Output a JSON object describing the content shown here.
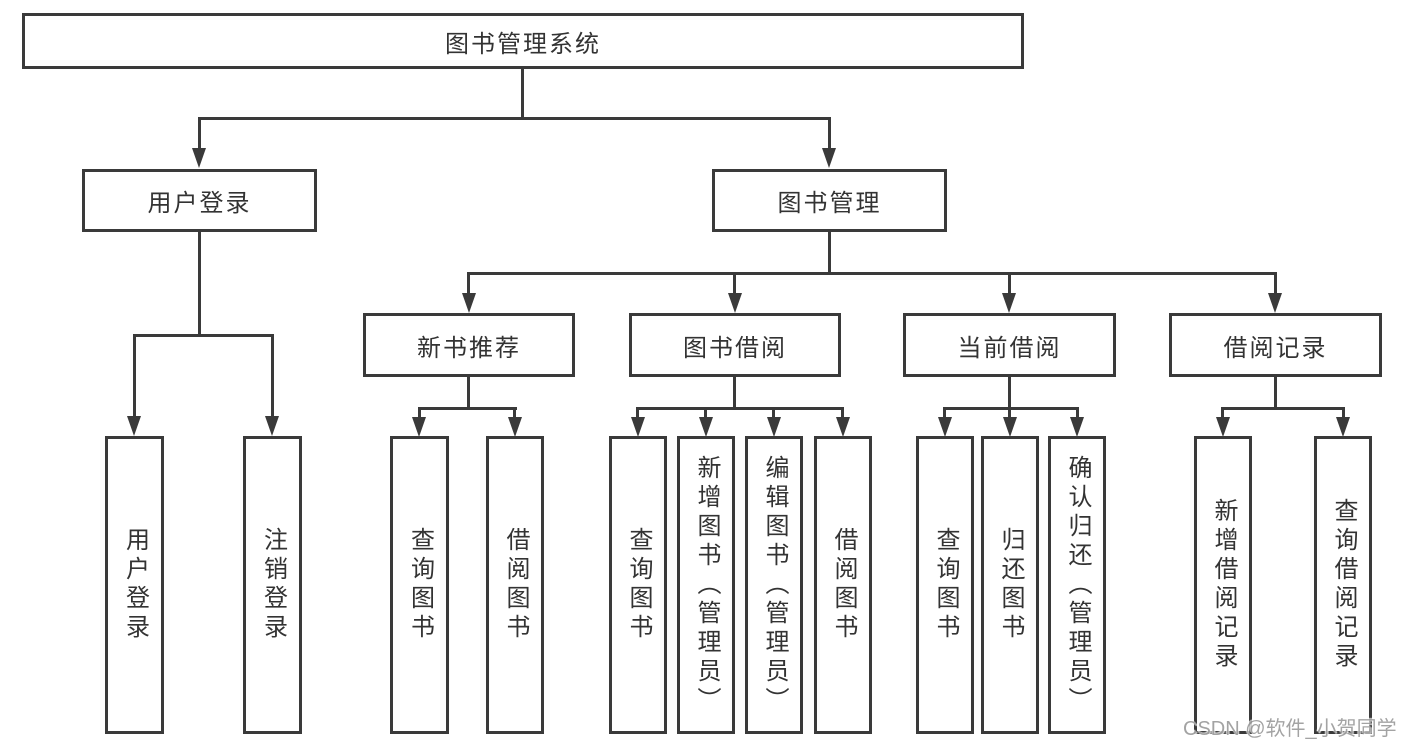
{
  "nodes": {
    "root": "图书管理系统",
    "level2": [
      "用户登录",
      "图书管理"
    ],
    "level3": [
      "新书推荐",
      "图书借阅",
      "当前借阅",
      "借阅记录"
    ],
    "leaves_user_login": [
      "用户登录",
      "注销登录"
    ],
    "leaves_new_book": [
      "查询图书",
      "借阅图书"
    ],
    "leaves_book_borrow": [
      "查询图书",
      "新增图书（管理员）",
      "编辑图书（管理员）",
      "借阅图书"
    ],
    "leaves_current_borrow": [
      "查询图书",
      "归还图书",
      "确认归还（管理员）"
    ],
    "leaves_borrow_records": [
      "新增借阅记录",
      "查询借阅记录"
    ]
  },
  "watermark": {
    "text": "CSDN @软件_小贺同学"
  },
  "colors": {
    "line": "#3a3a3a",
    "text": "#333333",
    "watermark": "#9e9e9e",
    "background": "#ffffff"
  }
}
